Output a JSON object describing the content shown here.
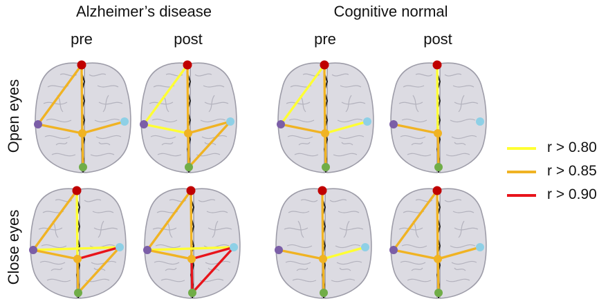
{
  "groups": [
    {
      "title": "Alzheimer’s disease",
      "pre_label": "pre",
      "post_label": "post"
    },
    {
      "title": "Cognitive normal",
      "pre_label": "pre",
      "post_label": "post"
    }
  ],
  "conditions": [
    {
      "label": "Open eyes"
    },
    {
      "label": "Close eyes"
    }
  ],
  "legend": [
    {
      "label": "r > 0.80",
      "color": "#ffff33"
    },
    {
      "label": "r > 0.85",
      "color": "#f0b323"
    },
    {
      "label": "r > 0.90",
      "color": "#e8141b"
    }
  ],
  "nodes": [
    {
      "id": "frontal",
      "color": "#c00000"
    },
    {
      "id": "left",
      "color": "#7b5ea7"
    },
    {
      "id": "right",
      "color": "#8ed0e6"
    },
    {
      "id": "center",
      "color": "#f0b323"
    },
    {
      "id": "occipital",
      "color": "#70ad47"
    }
  ],
  "panels": [
    {
      "id": "ad-open-pre",
      "edges": [
        {
          "from": "frontal",
          "to": "center",
          "level": "r > 0.85"
        },
        {
          "from": "frontal",
          "to": "left",
          "level": "r > 0.85"
        },
        {
          "from": "left",
          "to": "center",
          "level": "r > 0.85"
        },
        {
          "from": "center",
          "to": "right",
          "level": "r > 0.85"
        },
        {
          "from": "center",
          "to": "occipital",
          "level": "r > 0.85"
        }
      ]
    },
    {
      "id": "ad-open-post",
      "edges": [
        {
          "from": "frontal",
          "to": "left",
          "level": "r > 0.80"
        },
        {
          "from": "frontal",
          "to": "center",
          "level": "r > 0.85"
        },
        {
          "from": "left",
          "to": "center",
          "level": "r > 0.80"
        },
        {
          "from": "center",
          "to": "right",
          "level": "r > 0.85"
        },
        {
          "from": "center",
          "to": "occipital",
          "level": "r > 0.85"
        },
        {
          "from": "right",
          "to": "occipital",
          "level": "r > 0.85"
        }
      ]
    },
    {
      "id": "cn-open-pre",
      "edges": [
        {
          "from": "frontal",
          "to": "left",
          "level": "r > 0.80"
        },
        {
          "from": "frontal",
          "to": "center",
          "level": "r > 0.85"
        },
        {
          "from": "left",
          "to": "center",
          "level": "r > 0.85"
        },
        {
          "from": "center",
          "to": "right",
          "level": "r > 0.80"
        },
        {
          "from": "center",
          "to": "occipital",
          "level": "r > 0.85"
        }
      ]
    },
    {
      "id": "cn-open-post",
      "edges": [
        {
          "from": "frontal",
          "to": "center",
          "level": "r > 0.80"
        },
        {
          "from": "left",
          "to": "center",
          "level": "r > 0.85"
        },
        {
          "from": "center",
          "to": "occipital",
          "level": "r > 0.85"
        }
      ]
    },
    {
      "id": "ad-close-pre",
      "edges": [
        {
          "from": "frontal",
          "to": "center",
          "level": "r > 0.80"
        },
        {
          "from": "frontal",
          "to": "left",
          "level": "r > 0.85"
        },
        {
          "from": "left",
          "to": "right",
          "level": "r > 0.80"
        },
        {
          "from": "left",
          "to": "center",
          "level": "r > 0.85"
        },
        {
          "from": "center",
          "to": "right",
          "level": "r > 0.90"
        },
        {
          "from": "center",
          "to": "occipital",
          "level": "r > 0.85"
        },
        {
          "from": "right",
          "to": "occipital",
          "level": "r > 0.85"
        }
      ]
    },
    {
      "id": "ad-close-post",
      "edges": [
        {
          "from": "frontal",
          "to": "left",
          "level": "r > 0.85"
        },
        {
          "from": "frontal",
          "to": "center",
          "level": "r > 0.85"
        },
        {
          "from": "left",
          "to": "right",
          "level": "r > 0.80"
        },
        {
          "from": "left",
          "to": "center",
          "level": "r > 0.85"
        },
        {
          "from": "center",
          "to": "occipital",
          "level": "r > 0.90"
        },
        {
          "from": "center",
          "to": "right",
          "level": "r > 0.90"
        },
        {
          "from": "right",
          "to": "occipital",
          "level": "r > 0.90"
        }
      ]
    },
    {
      "id": "cn-close-pre",
      "edges": [
        {
          "from": "frontal",
          "to": "center",
          "level": "r > 0.85"
        },
        {
          "from": "left",
          "to": "center",
          "level": "r > 0.85"
        },
        {
          "from": "center",
          "to": "right",
          "level": "r > 0.80"
        },
        {
          "from": "center",
          "to": "occipital",
          "level": "r > 0.85"
        }
      ]
    },
    {
      "id": "cn-close-post",
      "edges": [
        {
          "from": "frontal",
          "to": "left",
          "level": "r > 0.85"
        },
        {
          "from": "frontal",
          "to": "center",
          "level": "r > 0.85"
        },
        {
          "from": "left",
          "to": "center",
          "level": "r > 0.85"
        },
        {
          "from": "center",
          "to": "right",
          "level": "r > 0.85"
        },
        {
          "from": "center",
          "to": "occipital",
          "level": "r > 0.85"
        }
      ]
    }
  ]
}
